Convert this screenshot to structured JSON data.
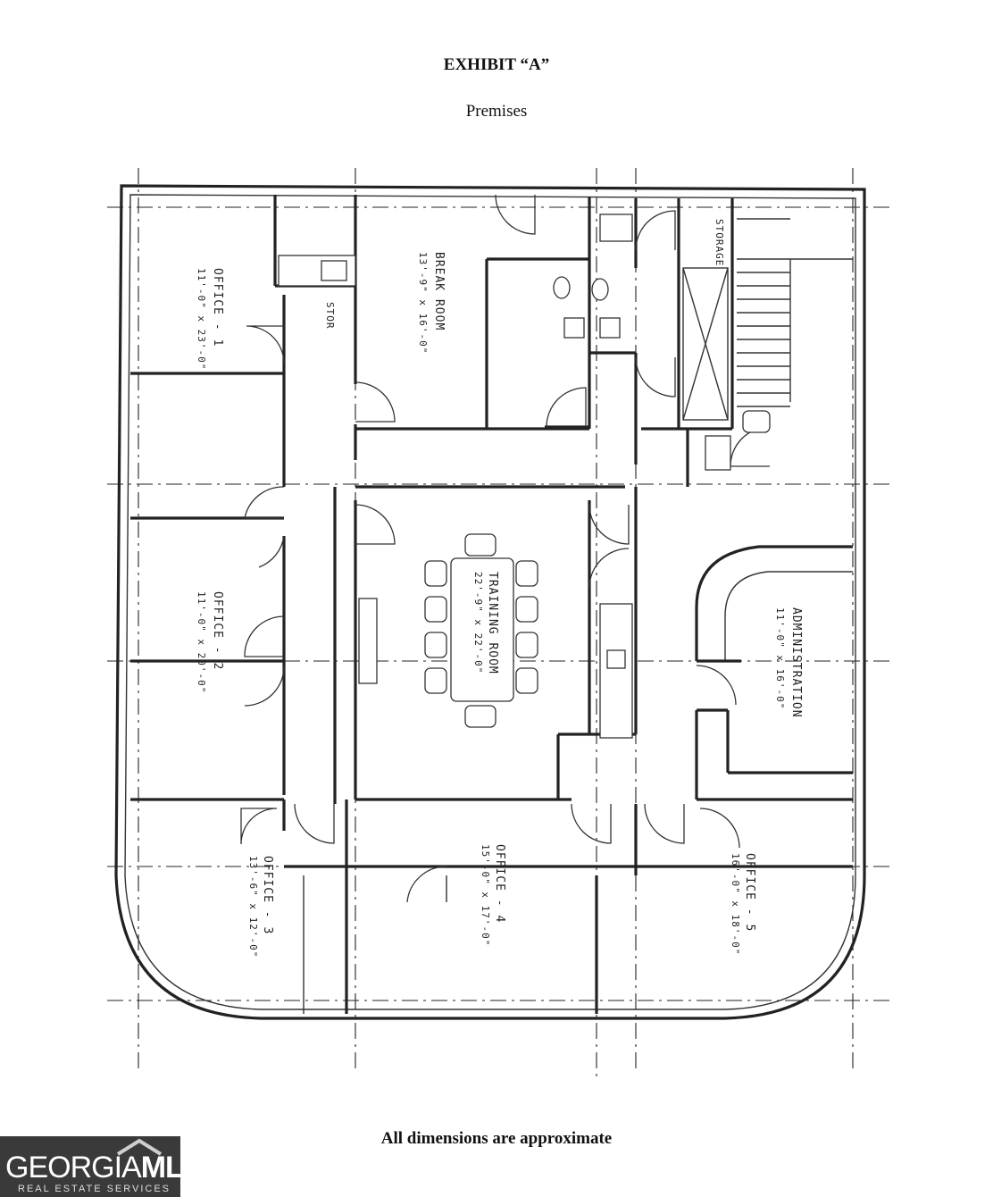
{
  "header": {
    "title": "EXHIBIT “A”",
    "subtitle": "Premises"
  },
  "plan": {
    "rooms": [
      {
        "name": "OFFICE - 1",
        "dims": "11'-0\" x 23'-0\""
      },
      {
        "name": "BREAK ROOM",
        "dims": "13'-9\" x 16'-0\""
      },
      {
        "name": "STOR",
        "dims": ""
      },
      {
        "name": "STORAGE",
        "dims": ""
      },
      {
        "name": "TRAINING ROOM",
        "dims": "22'-9\" x 22'-0\""
      },
      {
        "name": "OFFICE - 2",
        "dims": "11'-0\" x 20'-0\""
      },
      {
        "name": "ADMINISTRATION",
        "dims": "11'-0\" x 16'-0\""
      },
      {
        "name": "OFFICE - 3",
        "dims": "13'-6\" x 12'-0\""
      },
      {
        "name": "OFFICE - 4",
        "dims": "15'-0\" x 17'-0\""
      },
      {
        "name": "OFFICE - 5",
        "dims": "16'-0\" x 18'-0\""
      }
    ]
  },
  "footer": {
    "note": "All dimensions are approximate"
  },
  "logo": {
    "brand_left": "GEORGIA",
    "brand_right": "MLS",
    "tagline": "REAL ESTATE SERVICES"
  }
}
